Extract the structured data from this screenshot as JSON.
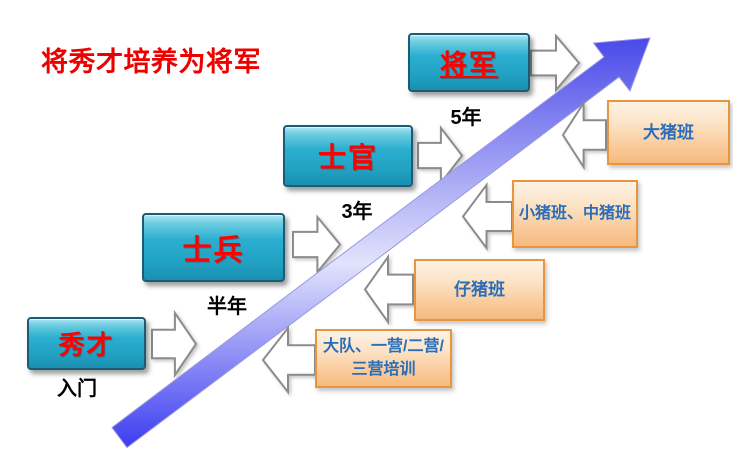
{
  "title": "将秀才培养为将军",
  "stages": [
    {
      "label": "秀才",
      "duration": "入门"
    },
    {
      "label": "士兵",
      "duration": "半年"
    },
    {
      "label": "士官",
      "duration": "3年"
    },
    {
      "label": "将军",
      "duration": "5年"
    }
  ],
  "programs": [
    {
      "label": "大队、一营/二营/三营培训",
      "line1": "大队、一营/二营/",
      "line2": "三营培训"
    },
    {
      "label": "仔猪班"
    },
    {
      "label": "小猪班、中猪班"
    },
    {
      "label": "大猪班"
    }
  ],
  "icons": {
    "growth_arrow": "diagonal-up-growth-arrow",
    "stage_step_arrow": "block-arrow-right",
    "program_step_arrow": "block-arrow-left"
  },
  "colors": {
    "title_text": "#ee0000",
    "stage_box_fill": "#2bafd0",
    "stage_box_border": "#1d5a74",
    "stage_text": "#ff0000",
    "duration_text": "#000000",
    "program_box_fill": "#f9c795",
    "program_box_border": "#e8953f",
    "program_text": "#2a6db8",
    "growth_arrow_blue": "#4343ee",
    "step_arrow_outline": "#8c8c8c"
  }
}
